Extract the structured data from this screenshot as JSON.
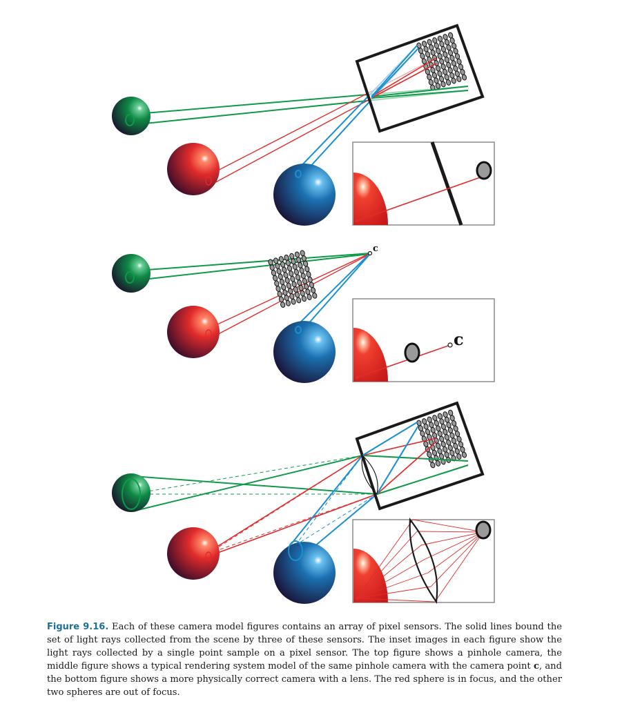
{
  "figure": {
    "panels": [
      {
        "id": "top",
        "model": "pinhole camera",
        "inset_label": ""
      },
      {
        "id": "middle",
        "model": "rendering system model with camera point",
        "point_label": "c",
        "inset_label": "c"
      },
      {
        "id": "bottom",
        "model": "camera with lens",
        "inset_label": ""
      }
    ],
    "colors": {
      "green": "#0e9a48",
      "red": "#e22b2b",
      "blue": "#1a8fd1",
      "frame": "#1a1a1a",
      "sensor": "#9a9a9a",
      "inset_border": "#8a8a8a"
    }
  },
  "caption": {
    "label": "Figure 9.16.",
    "text_part1": " Each of these camera model figures contains an array of pixel sensors. The solid lines bound the set of light rays collected from the scene by three of these sensors. The inset images in each figure show the light rays collected by a single point sample on a pixel sensor. The top figure shows a pinhole camera, the middle figure shows a typical rendering system model of the same pinhole camera with the camera point ",
    "point": "c",
    "text_part2": ", and the bottom figure shows a more physically correct camera with a lens. The red sphere is in focus, and the other two spheres are out of focus."
  }
}
